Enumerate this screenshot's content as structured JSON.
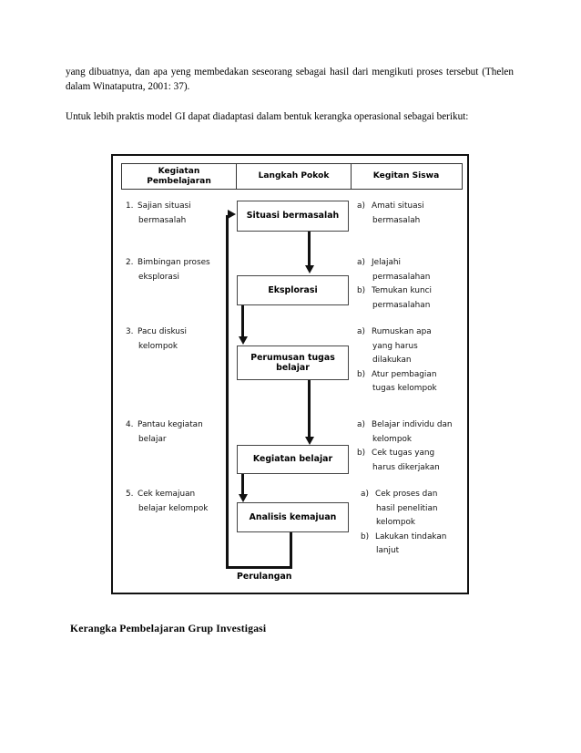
{
  "document": {
    "paragraphs": [
      "yang dibuatnya, dan apa yeng membedakan seseorang sebagai hasil dari mengikuti proses tersebut (Thelen dalam Winataputra, 2001: 37).",
      "Untuk lebih praktis model GI dapat diadaptasi dalam bentuk kerangka operasional sebagai berikut:"
    ],
    "caption": "Kerangka Pembelajaran Grup Investigasi"
  },
  "diagram": {
    "headers": [
      "Kegiatan\nPembelajaran",
      "Langkah Pokok",
      "Kegitan Siswa"
    ],
    "header_cells": [
      {
        "line1": "Kegiatan",
        "line2": "Pembelajaran"
      },
      {
        "line1": "Langkah Pokok",
        "line2": ""
      },
      {
        "line1": "Kegitan Siswa",
        "line2": ""
      }
    ],
    "left_column": [
      {
        "num": "1.",
        "line1": "Sajian situasi",
        "line2": "bermasalah"
      },
      {
        "num": "2.",
        "line1": "Bimbingan proses",
        "line2": "eksplorasi"
      },
      {
        "num": "3.",
        "line1": "Pacu diskusi",
        "line2": "kelompok"
      },
      {
        "num": "4.",
        "line1": "Pantau kegiatan",
        "line2": "belajar"
      },
      {
        "num": "5.",
        "line1": "Cek kemajuan",
        "line2": "belajar kelompok"
      }
    ],
    "steps": [
      {
        "label": "Situasi bermasalah"
      },
      {
        "label": "Eksplorasi"
      },
      {
        "label": "Perumusan tugas belajar",
        "line1": "Perumusan tugas",
        "line2": "belajar"
      },
      {
        "label": "Kegiatan belajar"
      },
      {
        "label": "Analisis kemajuan"
      }
    ],
    "right_column": [
      {
        "entries": [
          {
            "lbl": "a)",
            "line1": "Amati situasi",
            "line2": "bermasalah"
          }
        ]
      },
      {
        "entries": [
          {
            "lbl": "a)",
            "line1": "Jelajahi",
            "line2": "permasalahan"
          },
          {
            "lbl": "b)",
            "line1": "Temukan kunci",
            "line2": "permasalahan"
          }
        ]
      },
      {
        "entries": [
          {
            "lbl": "a)",
            "line1": "Rumuskan apa",
            "line2": "yang harus",
            "line3": "dilakukan"
          },
          {
            "lbl": "b)",
            "line1": "Atur pembagian",
            "line2": "tugas kelompok"
          }
        ]
      },
      {
        "entries": [
          {
            "lbl": "a)",
            "line1": "Belajar individu dan",
            "line2": "kelompok"
          },
          {
            "lbl": "b)",
            "line1": "Cek tugas yang",
            "line2": "harus dikerjakan"
          }
        ]
      },
      {
        "entries": [
          {
            "lbl": "a)",
            "line1": "Cek proses dan",
            "line2": "hasil penelitian",
            "line3": "kelompok"
          },
          {
            "lbl": "b)",
            "line1": "Lakukan tindakan",
            "line2": "lanjut"
          }
        ]
      }
    ],
    "loop_label": "Perulangan",
    "colors": {
      "frame": "#111111",
      "box_border": "#444444",
      "connector": "#111111",
      "text": "#000000",
      "background": "#ffffff"
    }
  }
}
